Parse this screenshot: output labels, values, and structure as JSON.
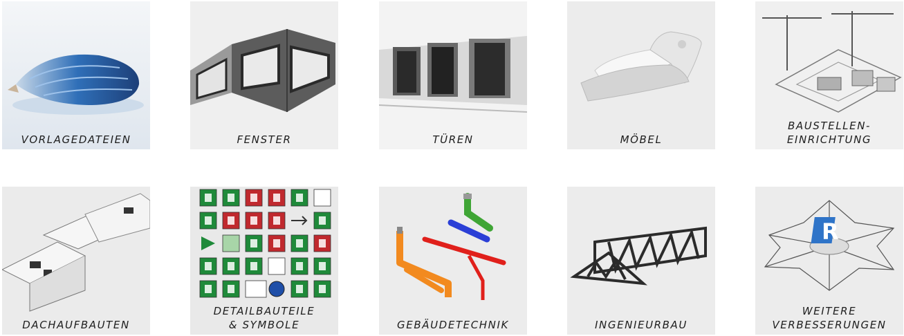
{
  "tiles": [
    {
      "label": "VORLAGEDATEIEN",
      "icon": "blueprint-roll-icon"
    },
    {
      "label": "FENSTER",
      "icon": "window-building-icon"
    },
    {
      "label": "TÜREN",
      "icon": "door-wall-icon"
    },
    {
      "label": "MÖBEL",
      "icon": "chair-icon"
    },
    {
      "label": "BAUSTELLEN-",
      "label2": "EINRICHTUNG",
      "icon": "construction-site-icon"
    },
    {
      "label": "DACHAUFBAUTEN",
      "icon": "roof-dormer-icon"
    },
    {
      "label": "DETAILBAUTEILE",
      "label2": "& SYMBOLE",
      "icon": "safety-symbols-icon"
    },
    {
      "label": "GEBÄUDETECHNIK",
      "icon": "hvac-ducts-icon"
    },
    {
      "label": "INGENIEURBAU",
      "icon": "steel-truss-icon"
    },
    {
      "label": "WEITERE",
      "label2": "VERBESSERUNGEN",
      "icon": "revit-logo-icon"
    }
  ],
  "colors": {
    "safety_green": "#1f8a3a",
    "safety_red": "#c0292e",
    "duct_orange": "#f28a1f",
    "duct_red": "#e0201b",
    "duct_green": "#3fa535",
    "duct_blue": "#2b3fd6"
  }
}
